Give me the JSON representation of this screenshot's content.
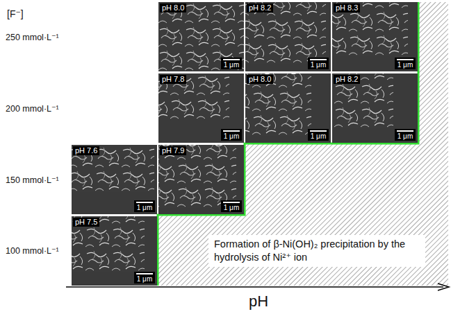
{
  "diagram": {
    "nodes": [
      {
        "text": [
          "pH 8.0",
          "1 μm"
        ]
      },
      {
        "text": [
          "pH 8.2",
          "1 μm"
        ]
      },
      {
        "text": [
          "pH 8.3",
          "1 μm"
        ]
      },
      {
        "text": [
          "pH 7.8",
          "1 μm"
        ]
      },
      {
        "text": [
          "pH 8.0",
          "1 μm"
        ]
      },
      {
        "text": [
          "pH 8.2",
          "1 μm"
        ]
      },
      {
        "text": [
          "pH 7.6",
          "1 μm"
        ]
      },
      {
        "text": [
          "pH 7.9",
          "1 μm"
        ]
      },
      {
        "text": [
          "pH 7.5",
          "1 μm"
        ]
      },
      {
        "text": [
          "Formation of β-Ni(OH)₂ precipitation by the hydrolysis of Ni²⁺ ion"
        ]
      }
    ],
    "labels": [
      "[F⁻]",
      "250 mmol·L⁻¹",
      "200 mmol·L⁻¹",
      "150 mmol·L⁻¹",
      "100 mmol·L⁻¹",
      "pH"
    ]
  }
}
